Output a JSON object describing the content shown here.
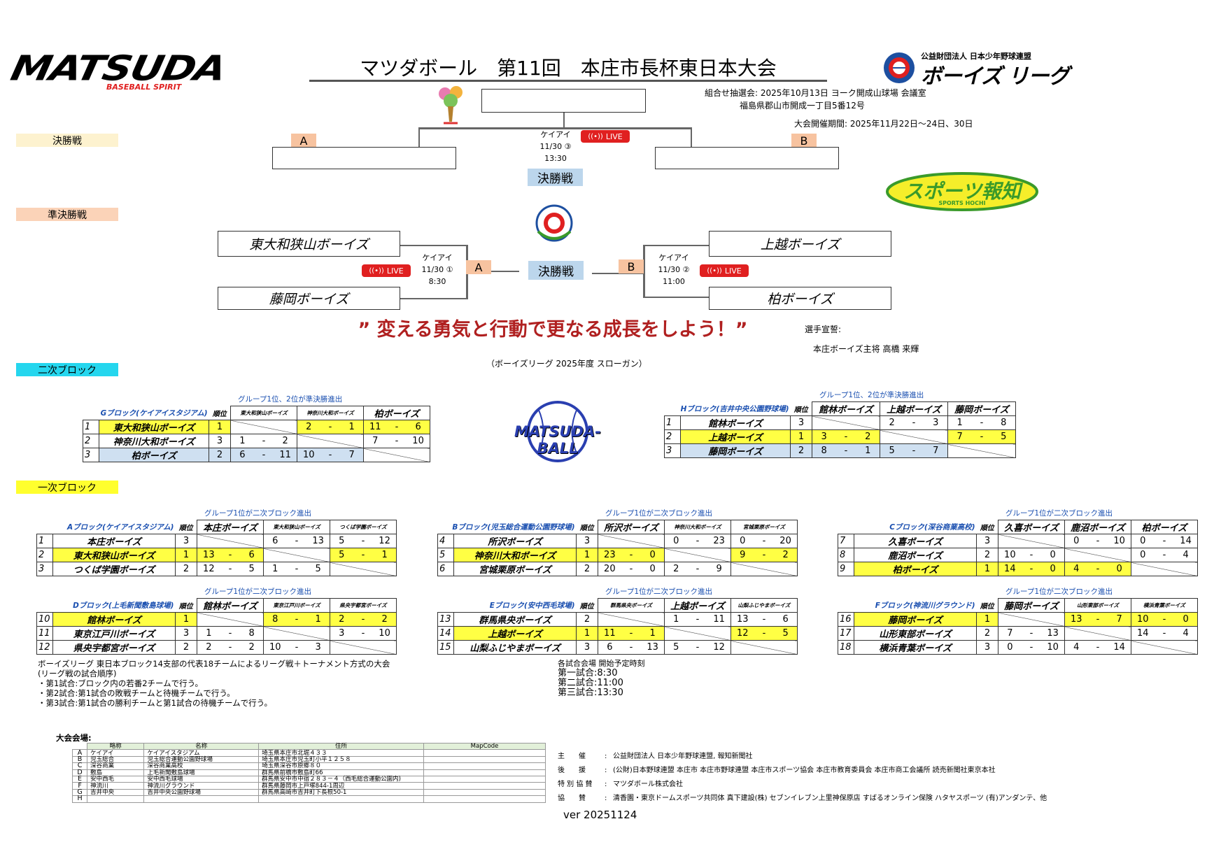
{
  "logos": {
    "matsuda_main": "MATSUDA",
    "matsuda_sub": "BASEBALL SPIRIT",
    "boys_league_org": "公益財団法人 日本少年野球連盟",
    "boys_league_name": "ボーイズ リーグ",
    "hochi_main": "スポーツ報知",
    "hochi_sub": "SPORTS HOCHI",
    "matsuda_ball": "MATSUDA-BALL"
  },
  "title": "マツダボール　第11回　本庄市長杯東日本大会",
  "info": {
    "draw": "組合せ抽選会:  2025年10月13日  ヨーク開成山球場  会議室",
    "address": "福島県郡山市開成一丁目5番12号",
    "period": "大会開催期間:  2025年11月22日～24日、30日"
  },
  "sections": {
    "final": "決勝戦",
    "semi": "準決勝戦",
    "second": "二次ブロック",
    "first": "一次ブロック"
  },
  "final": {
    "venue": "ケイアイ",
    "date": "11/30 ③",
    "time": "13:30",
    "label": "決勝戦",
    "a": "A",
    "b": "B",
    "live": "LIVE"
  },
  "semi": {
    "label": "決勝戦",
    "left": {
      "team1": "東大和狭山ボーイズ",
      "team2": "藤岡ボーイズ",
      "venue": "ケイアイ",
      "date": "11/30 ①",
      "time": "8:30",
      "tag": "A",
      "live": "LIVE"
    },
    "right": {
      "team1": "上越ボーイズ",
      "team2": "柏ボーイズ",
      "venue": "ケイアイ",
      "date": "11/30 ②",
      "time": "11:00",
      "tag": "B",
      "live": "LIVE"
    }
  },
  "slogan": "” 変える勇気と行動で更なる成長をしよう！”",
  "slogan_note": "（ボーイズリーグ  2025年度 スローガン）",
  "oath": {
    "label": "選手宣誓:",
    "person": "本庄ボーイズ主将  高橋  来輝"
  },
  "rank_label": "順位",
  "second_blocks": [
    {
      "note": "グループ1位、2位が準決勝進出",
      "name": "Gブロック(ケイアイスタジアム)",
      "cols": [
        "東大和狭山ボーイズ",
        "神奈川大和ボーイズ",
        "柏ボーイズ"
      ],
      "rows": [
        {
          "no": "1",
          "team": "東大和狭山ボーイズ",
          "rank": "1",
          "scores": [
            [
              "",
              ""
            ],
            [
              "2",
              "1"
            ],
            [
              "11",
              "6"
            ]
          ]
        },
        {
          "no": "2",
          "team": "神奈川大和ボーイズ",
          "rank": "3",
          "scores": [
            [
              "1",
              "2"
            ],
            [
              "",
              ""
            ],
            [
              "7",
              "10"
            ]
          ]
        },
        {
          "no": "3",
          "team": "柏ボーイズ",
          "rank": "2",
          "scores": [
            [
              "6",
              "11"
            ],
            [
              "10",
              "7"
            ],
            [
              "",
              ""
            ]
          ]
        }
      ]
    },
    {
      "note": "グループ1位、2位が準決勝進出",
      "name": "Hブロック(吉井中央公園野球場)",
      "cols": [
        "館林ボーイズ",
        "上越ボーイズ",
        "藤岡ボーイズ"
      ],
      "rows": [
        {
          "no": "1",
          "team": "館林ボーイズ",
          "rank": "3",
          "scores": [
            [
              "",
              ""
            ],
            [
              "2",
              "3"
            ],
            [
              "1",
              "8"
            ]
          ]
        },
        {
          "no": "2",
          "team": "上越ボーイズ",
          "rank": "1",
          "scores": [
            [
              "3",
              "2"
            ],
            [
              "",
              ""
            ],
            [
              "7",
              "5"
            ]
          ]
        },
        {
          "no": "3",
          "team": "藤岡ボーイズ",
          "rank": "2",
          "scores": [
            [
              "8",
              "1"
            ],
            [
              "5",
              "7"
            ],
            [
              "",
              ""
            ]
          ]
        }
      ]
    }
  ],
  "first_blocks": [
    {
      "note": "グループ1位が二次ブロック進出",
      "name": "Aブロック(ケイアイスタジアム)",
      "cols": [
        "本庄ボーイズ",
        "東大和狭山ボーイズ",
        "つくば学園ボーイズ"
      ],
      "rows": [
        {
          "no": "1",
          "team": "本庄ボーイズ",
          "rank": "3",
          "scores": [
            [
              "",
              ""
            ],
            [
              "6",
              "13"
            ],
            [
              "5",
              "12"
            ]
          ]
        },
        {
          "no": "2",
          "team": "東大和狭山ボーイズ",
          "rank": "1",
          "scores": [
            [
              "13",
              "6"
            ],
            [
              "",
              ""
            ],
            [
              "5",
              "1"
            ]
          ]
        },
        {
          "no": "3",
          "team": "つくば学園ボーイズ",
          "rank": "2",
          "scores": [
            [
              "12",
              "5"
            ],
            [
              "1",
              "5"
            ],
            [
              "",
              ""
            ]
          ]
        }
      ]
    },
    {
      "note": "グループ1位が二次ブロック進出",
      "name": "Bブロック(児玉総合運動公園野球場)",
      "cols": [
        "所沢ボーイズ",
        "神奈川大和ボーイズ",
        "宮城栗原ボーイズ"
      ],
      "rows": [
        {
          "no": "4",
          "team": "所沢ボーイズ",
          "rank": "3",
          "scores": [
            [
              "",
              ""
            ],
            [
              "0",
              "23"
            ],
            [
              "0",
              "20"
            ]
          ]
        },
        {
          "no": "5",
          "team": "神奈川大和ボーイズ",
          "rank": "1",
          "scores": [
            [
              "23",
              "0"
            ],
            [
              "",
              ""
            ],
            [
              "9",
              "2"
            ]
          ]
        },
        {
          "no": "6",
          "team": "宮城栗原ボーイズ",
          "rank": "2",
          "scores": [
            [
              "20",
              "0"
            ],
            [
              "2",
              "9"
            ],
            [
              "",
              ""
            ]
          ]
        }
      ]
    },
    {
      "note": "グループ1位が二次ブロック進出",
      "name": "Cブロック(深谷商業高校)",
      "cols": [
        "久喜ボーイズ",
        "鹿沼ボーイズ",
        "柏ボーイズ"
      ],
      "rows": [
        {
          "no": "7",
          "team": "久喜ボーイズ",
          "rank": "3",
          "scores": [
            [
              "",
              ""
            ],
            [
              "0",
              "10"
            ],
            [
              "0",
              "14"
            ]
          ]
        },
        {
          "no": "8",
          "team": "鹿沼ボーイズ",
          "rank": "2",
          "scores": [
            [
              "10",
              "0"
            ],
            [
              "",
              ""
            ],
            [
              "0",
              "4"
            ]
          ]
        },
        {
          "no": "9",
          "team": "柏ボーイズ",
          "rank": "1",
          "scores": [
            [
              "14",
              "0"
            ],
            [
              "4",
              "0"
            ],
            [
              "",
              ""
            ]
          ]
        }
      ]
    },
    {
      "note": "グループ1位が二次ブロック進出",
      "name": "Dブロック(上毛新聞敷島球場)",
      "cols": [
        "館林ボーイズ",
        "東京江戸川ボーイズ",
        "県央宇都宮ボーイズ"
      ],
      "rows": [
        {
          "no": "10",
          "team": "館林ボーイズ",
          "rank": "1",
          "scores": [
            [
              "",
              ""
            ],
            [
              "8",
              "1"
            ],
            [
              "2",
              "2"
            ]
          ]
        },
        {
          "no": "11",
          "team": "東京江戸川ボーイズ",
          "rank": "3",
          "scores": [
            [
              "1",
              "8"
            ],
            [
              "",
              ""
            ],
            [
              "3",
              "10"
            ]
          ]
        },
        {
          "no": "12",
          "team": "県央宇都宮ボーイズ",
          "rank": "2",
          "scores": [
            [
              "2",
              "2"
            ],
            [
              "10",
              "3"
            ],
            [
              "",
              ""
            ]
          ]
        }
      ]
    },
    {
      "note": "グループ1位が二次ブロック進出",
      "name": "Eブロック(安中西毛球場)",
      "cols": [
        "群馬県央ボーイズ",
        "上越ボーイズ",
        "山梨ふじやまボーイズ"
      ],
      "rows": [
        {
          "no": "13",
          "team": "群馬県央ボーイズ",
          "rank": "2",
          "scores": [
            [
              "",
              ""
            ],
            [
              "1",
              "11"
            ],
            [
              "13",
              "6"
            ]
          ]
        },
        {
          "no": "14",
          "team": "上越ボーイズ",
          "rank": "1",
          "scores": [
            [
              "11",
              "1"
            ],
            [
              "",
              ""
            ],
            [
              "12",
              "5"
            ]
          ]
        },
        {
          "no": "15",
          "team": "山梨ふじやまボーイズ",
          "rank": "3",
          "scores": [
            [
              "6",
              "13"
            ],
            [
              "5",
              "12"
            ],
            [
              "",
              ""
            ]
          ]
        }
      ]
    },
    {
      "note": "グループ1位が二次ブロック進出",
      "name": "Fブロック(神流川グラウンド)",
      "cols": [
        "藤岡ボーイズ",
        "山形東部ボーイズ",
        "横浜青葉ボーイズ"
      ],
      "rows": [
        {
          "no": "16",
          "team": "藤岡ボーイズ",
          "rank": "1",
          "scores": [
            [
              "",
              ""
            ],
            [
              "13",
              "7"
            ],
            [
              "10",
              "0"
            ]
          ]
        },
        {
          "no": "17",
          "team": "山形東部ボーイズ",
          "rank": "2",
          "scores": [
            [
              "7",
              "13"
            ],
            [
              "",
              ""
            ],
            [
              "14",
              "4"
            ]
          ]
        },
        {
          "no": "18",
          "team": "横浜青葉ボーイズ",
          "rank": "3",
          "scores": [
            [
              "0",
              "10"
            ],
            [
              "4",
              "14"
            ],
            [
              "",
              ""
            ]
          ]
        }
      ]
    }
  ],
  "notes": [
    "ボーイズリーグ  東日本ブロック14支部の代表18チームによるリーグ戦＋トーナメント方式の大会",
    "(リーグ戦の試合順序)",
    "・第1試合:ブロック内の若番2チームで行う。",
    "・第2試合:第1試合の敗戦チームと待機チームで行う。",
    "・第3試合:第1試合の勝利チームと第1試合の待機チームで行う。"
  ],
  "times": [
    "各試合会場  開始予定時刻",
    "第一試合:8:30",
    "第二試合:11:00",
    "第三試合:13:30"
  ],
  "venues": {
    "title": "大会会場:",
    "headers": [
      "略称",
      "名称",
      "住所",
      "MapCode"
    ],
    "rows": [
      [
        "A",
        "ケイアイ",
        "ケイアイスタジアム",
        "埼玉県本庄市北堀４３３",
        ""
      ],
      [
        "B",
        "児玉総合",
        "児玉総合運動公園野球場",
        "埼玉県本庄市児玉町小平１２５８",
        ""
      ],
      [
        "C",
        "深谷商業",
        "深谷商業高校",
        "埼玉県深谷市原郷８０",
        ""
      ],
      [
        "D",
        "敷島",
        "上毛新聞敷島球場",
        "群馬県前橋市敷島町66",
        ""
      ],
      [
        "E",
        "安中西毛",
        "安中西毛球場",
        "群馬県安中市中宿２８３－４（西毛総合運動公園内)",
        ""
      ],
      [
        "F",
        "神流川",
        "神流川グラウンド",
        "群馬県藤岡市上戸塚844-1周辺",
        ""
      ],
      [
        "G",
        "吉井中央",
        "吉井中央公園野球場",
        "群馬県高崎市吉井町下長根50-1",
        ""
      ],
      [
        "H",
        "",
        "",
        "",
        ""
      ]
    ]
  },
  "sponsors": [
    {
      "k": "主　　催",
      "v": "公益財団法人 日本少年野球連盟, 報知新聞社"
    },
    {
      "k": "後　　援",
      "v": "(公財)日本野球連盟  本庄市  本庄市野球連盟  本庄市スポーツ協会  本庄市教育委員会  本庄市商工会議所  読売新聞社東京本社"
    },
    {
      "k": "特 別 協 賛",
      "v": "マツダボール株式会社"
    },
    {
      "k": "協　　賛",
      "v": "清香園・東京ドームスポーツ共同体  真下建設(株)  セブンイレブン上里神保原店  すばるオンライン保険  ハタヤスポーツ  (有)アンダンテ、他"
    }
  ],
  "version": "ver 20251124"
}
